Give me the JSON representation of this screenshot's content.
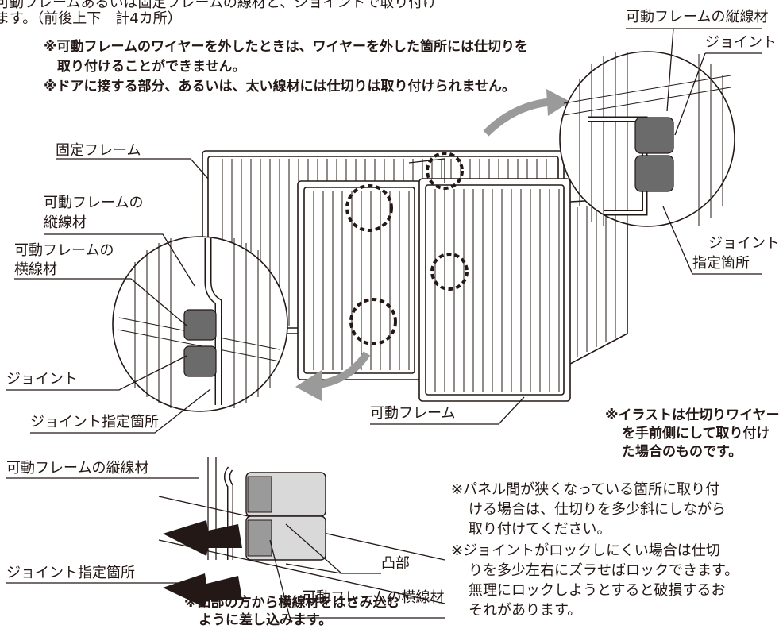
{
  "intro": {
    "line1": "可動フレームあるいは固定フレームの線材と、ジョイントで取り付け",
    "line2": "ます。（前後上下　計4カ所）"
  },
  "notes_top": {
    "line1": "※可動フレームのワイヤーを外したときは、ワイヤーを外した箇所には仕切りを",
    "line2": "取り付けることができません。",
    "line3": "※ドアに接する部分、あるいは、太い線材には仕切りは取り付けられません。"
  },
  "labels": {
    "fixed_frame": "固定フレーム",
    "movable_vertical_1": "可動フレームの",
    "movable_vertical_2": "縦線材",
    "movable_horizontal_1": "可動フレームの",
    "movable_horizontal_2": "横線材",
    "joint_left": "ジョイント",
    "joint_spot_left": "ジョイント指定箇所",
    "movable_frame": "可動フレーム",
    "movable_vertical_top_right": "可動フレームの縦線材",
    "joint_right": "ジョイント",
    "joint_spot_right_1": "ジョイント",
    "joint_spot_right_2": "指定箇所",
    "bottom_vertical": "可動フレームの縦線材",
    "convex": "凸部",
    "bottom_horizontal": "可動フレームの横線材",
    "bottom_joint_spot": "ジョイント指定箇所"
  },
  "note_illustration": {
    "line1": "※イラストは仕切りワイヤー",
    "line2": "を手前側にして取り付け",
    "line3": "た場合のものです。"
  },
  "note_insert": {
    "line1": "※凸部の方から横線材をはさみ込む",
    "line2": "ように差し込みます。"
  },
  "notes_bottom": {
    "line1": "※パネル間が狭くなっている箇所に取り付",
    "line2": "ける場合は、仕切りを多少斜にしながら",
    "line3": "取り付けてください。",
    "line4": "※ジョイントがロックしにくい場合は仕切",
    "line5": "りを多少左右にズラせばロックできます。",
    "line6": "無理にロックしようとすると破損するお",
    "line7": "それがあります。"
  }
}
